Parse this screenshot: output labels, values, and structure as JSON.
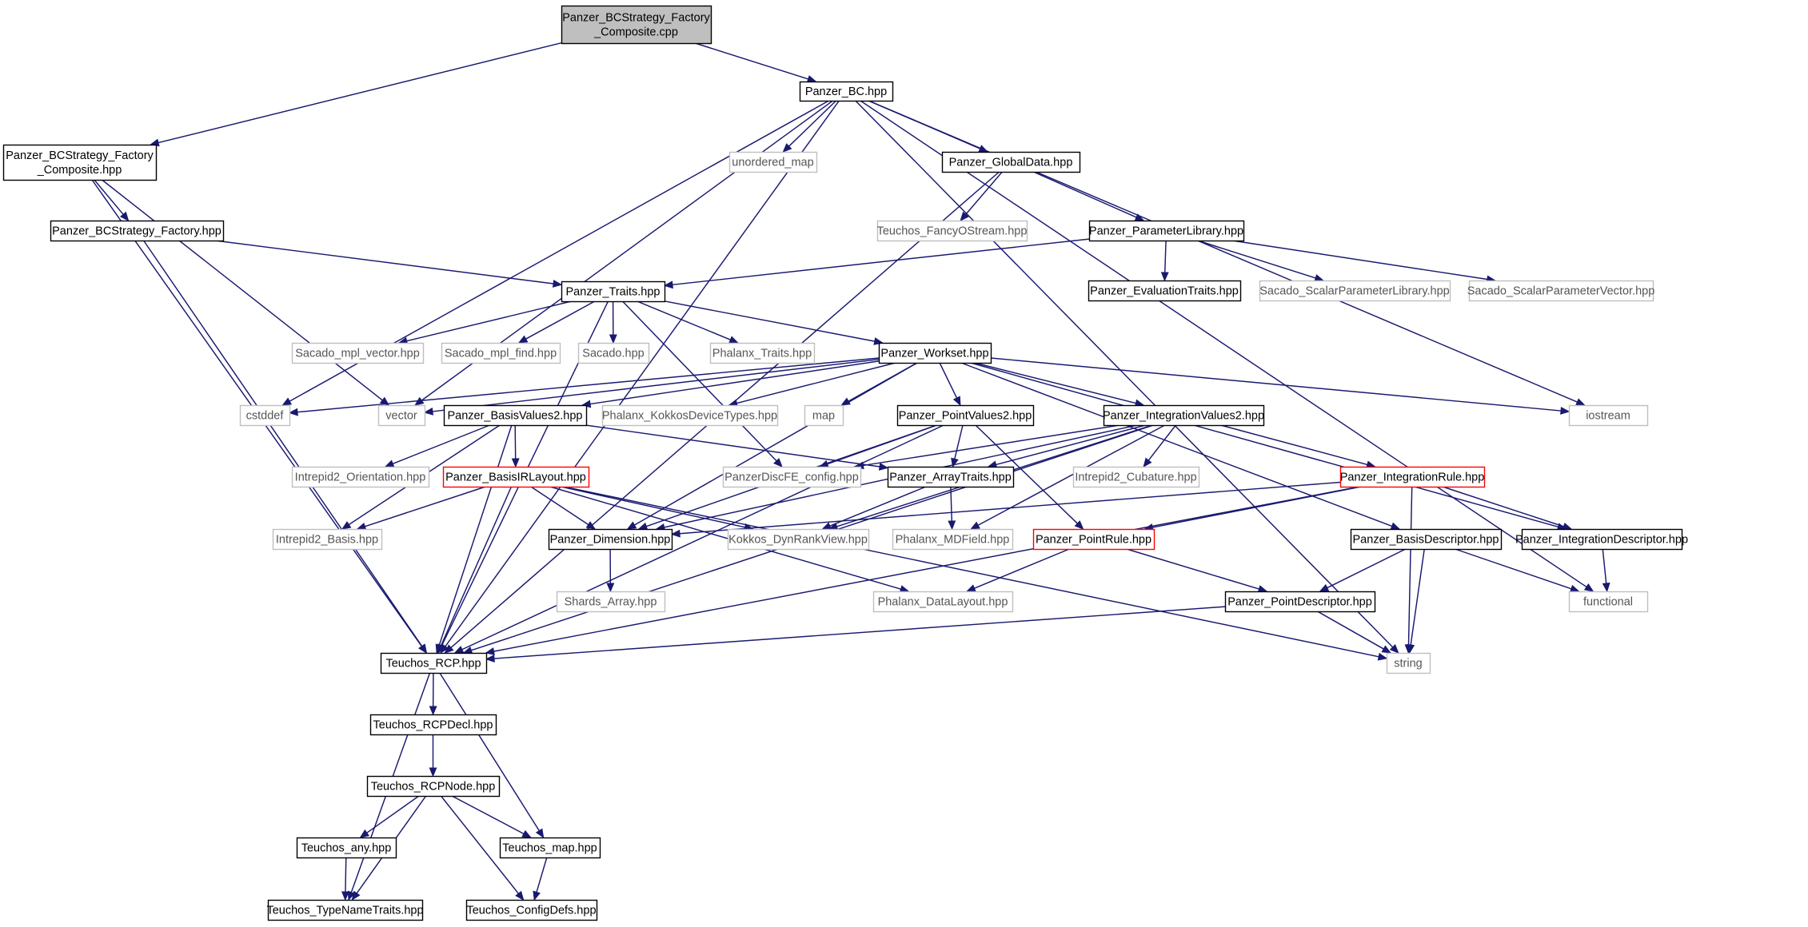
{
  "colors": {
    "edge": "#191970",
    "border_normal": "#000000",
    "border_external": "#bfbfbf",
    "border_truncated": "#ff0000",
    "root_fill": "#bfbfbf",
    "node_fill": "#ffffff"
  },
  "nodes": {
    "root": {
      "lines": [
        "Panzer_BCStrategy_Factory",
        "_Composite.cpp"
      ],
      "kind": "root"
    },
    "bc": {
      "lines": [
        "Panzer_BC.hpp"
      ],
      "kind": "normal"
    },
    "composite_hpp": {
      "lines": [
        "Panzer_BCStrategy_Factory",
        "_Composite.hpp"
      ],
      "kind": "normal"
    },
    "unordered_map": {
      "lines": [
        "unordered_map"
      ],
      "kind": "external"
    },
    "global_data": {
      "lines": [
        "Panzer_GlobalData.hpp"
      ],
      "kind": "normal"
    },
    "factory_hpp": {
      "lines": [
        "Panzer_BCStrategy_Factory.hpp"
      ],
      "kind": "normal"
    },
    "fancy_ostream": {
      "lines": [
        "Teuchos_FancyOStream.hpp"
      ],
      "kind": "external"
    },
    "param_library": {
      "lines": [
        "Panzer_ParameterLibrary.hpp"
      ],
      "kind": "normal"
    },
    "traits": {
      "lines": [
        "Panzer_Traits.hpp"
      ],
      "kind": "normal"
    },
    "eval_traits": {
      "lines": [
        "Panzer_EvaluationTraits.hpp"
      ],
      "kind": "normal"
    },
    "sacado_scalar_lib": {
      "lines": [
        "Sacado_ScalarParameterLibrary.hpp"
      ],
      "kind": "external"
    },
    "sacado_scalar_vec": {
      "lines": [
        "Sacado_ScalarParameterVector.hpp"
      ],
      "kind": "external"
    },
    "sacado_mpl_vector": {
      "lines": [
        "Sacado_mpl_vector.hpp"
      ],
      "kind": "external"
    },
    "sacado_mpl_find": {
      "lines": [
        "Sacado_mpl_find.hpp"
      ],
      "kind": "external"
    },
    "sacado": {
      "lines": [
        "Sacado.hpp"
      ],
      "kind": "external"
    },
    "phalanx_traits": {
      "lines": [
        "Phalanx_Traits.hpp"
      ],
      "kind": "external"
    },
    "workset": {
      "lines": [
        "Panzer_Workset.hpp"
      ],
      "kind": "normal"
    },
    "cstddef": {
      "lines": [
        "cstddef"
      ],
      "kind": "external"
    },
    "vector": {
      "lines": [
        "vector"
      ],
      "kind": "external"
    },
    "basis_values2": {
      "lines": [
        "Panzer_BasisValues2.hpp"
      ],
      "kind": "normal"
    },
    "phalanx_kokkos": {
      "lines": [
        "Phalanx_KokkosDeviceTypes.hpp"
      ],
      "kind": "external"
    },
    "map": {
      "lines": [
        "map"
      ],
      "kind": "external"
    },
    "point_values2": {
      "lines": [
        "Panzer_PointValues2.hpp"
      ],
      "kind": "normal"
    },
    "integration_values2": {
      "lines": [
        "Panzer_IntegrationValues2.hpp"
      ],
      "kind": "normal"
    },
    "iostream": {
      "lines": [
        "iostream"
      ],
      "kind": "external"
    },
    "intrepid2_orientation": {
      "lines": [
        "Intrepid2_Orientation.hpp"
      ],
      "kind": "external"
    },
    "basis_ir_layout": {
      "lines": [
        "Panzer_BasisIRLayout.hpp"
      ],
      "kind": "truncated"
    },
    "discfe_config": {
      "lines": [
        "PanzerDiscFE_config.hpp"
      ],
      "kind": "external"
    },
    "array_traits": {
      "lines": [
        "Panzer_ArrayTraits.hpp"
      ],
      "kind": "normal"
    },
    "intrepid2_cubature": {
      "lines": [
        "Intrepid2_Cubature.hpp"
      ],
      "kind": "external"
    },
    "integration_rule": {
      "lines": [
        "Panzer_IntegrationRule.hpp"
      ],
      "kind": "truncated"
    },
    "intrepid2_basis": {
      "lines": [
        "Intrepid2_Basis.hpp"
      ],
      "kind": "external"
    },
    "dimension": {
      "lines": [
        "Panzer_Dimension.hpp"
      ],
      "kind": "normal"
    },
    "kokkos_drv": {
      "lines": [
        "Kokkos_DynRankView.hpp"
      ],
      "kind": "external"
    },
    "phalanx_mdfield": {
      "lines": [
        "Phalanx_MDField.hpp"
      ],
      "kind": "external"
    },
    "point_rule": {
      "lines": [
        "Panzer_PointRule.hpp"
      ],
      "kind": "truncated"
    },
    "basis_descriptor": {
      "lines": [
        "Panzer_BasisDescriptor.hpp"
      ],
      "kind": "normal"
    },
    "integration_descriptor": {
      "lines": [
        "Panzer_IntegrationDescriptor.hpp"
      ],
      "kind": "normal"
    },
    "shards_array": {
      "lines": [
        "Shards_Array.hpp"
      ],
      "kind": "external"
    },
    "phalanx_datalayout": {
      "lines": [
        "Phalanx_DataLayout.hpp"
      ],
      "kind": "external"
    },
    "point_descriptor": {
      "lines": [
        "Panzer_PointDescriptor.hpp"
      ],
      "kind": "normal"
    },
    "functional": {
      "lines": [
        "functional"
      ],
      "kind": "external"
    },
    "teuchos_rcp": {
      "lines": [
        "Teuchos_RCP.hpp"
      ],
      "kind": "normal"
    },
    "string": {
      "lines": [
        "string"
      ],
      "kind": "external"
    },
    "teuchos_rcpdecl": {
      "lines": [
        "Teuchos_RCPDecl.hpp"
      ],
      "kind": "normal"
    },
    "teuchos_rcpnode": {
      "lines": [
        "Teuchos_RCPNode.hpp"
      ],
      "kind": "normal"
    },
    "teuchos_any": {
      "lines": [
        "Teuchos_any.hpp"
      ],
      "kind": "normal"
    },
    "teuchos_map": {
      "lines": [
        "Teuchos_map.hpp"
      ],
      "kind": "normal"
    },
    "teuchos_typenametraits": {
      "lines": [
        "Teuchos_TypeNameTraits.hpp"
      ],
      "kind": "normal"
    },
    "teuchos_configdefs": {
      "lines": [
        "Teuchos_ConfigDefs.hpp"
      ],
      "kind": "normal"
    }
  },
  "edges": [
    [
      "root",
      "bc"
    ],
    [
      "root",
      "composite_hpp"
    ],
    [
      "bc",
      "unordered_map"
    ],
    [
      "bc",
      "global_data"
    ],
    [
      "bc",
      "cstddef"
    ],
    [
      "bc",
      "vector"
    ],
    [
      "bc",
      "iostream"
    ],
    [
      "bc",
      "functional"
    ],
    [
      "bc",
      "string"
    ],
    [
      "bc",
      "teuchos_rcp"
    ],
    [
      "composite_hpp",
      "factory_hpp"
    ],
    [
      "composite_hpp",
      "vector"
    ],
    [
      "composite_hpp",
      "teuchos_rcp"
    ],
    [
      "factory_hpp",
      "traits"
    ],
    [
      "factory_hpp",
      "teuchos_rcp"
    ],
    [
      "global_data",
      "fancy_ostream"
    ],
    [
      "global_data",
      "param_library"
    ],
    [
      "global_data",
      "teuchos_rcp"
    ],
    [
      "param_library",
      "traits"
    ],
    [
      "param_library",
      "eval_traits"
    ],
    [
      "param_library",
      "sacado_scalar_lib"
    ],
    [
      "param_library",
      "sacado_scalar_vec"
    ],
    [
      "traits",
      "sacado_mpl_vector"
    ],
    [
      "traits",
      "sacado_mpl_find"
    ],
    [
      "traits",
      "sacado"
    ],
    [
      "traits",
      "phalanx_traits"
    ],
    [
      "traits",
      "workset"
    ],
    [
      "traits",
      "discfe_config"
    ],
    [
      "traits",
      "teuchos_rcp"
    ],
    [
      "workset",
      "cstddef"
    ],
    [
      "workset",
      "vector"
    ],
    [
      "workset",
      "basis_values2"
    ],
    [
      "workset",
      "phalanx_kokkos"
    ],
    [
      "workset",
      "map"
    ],
    [
      "workset",
      "point_values2"
    ],
    [
      "workset",
      "integration_values2"
    ],
    [
      "workset",
      "iostream"
    ],
    [
      "workset",
      "basis_descriptor"
    ],
    [
      "workset",
      "integration_descriptor"
    ],
    [
      "workset",
      "dimension"
    ],
    [
      "basis_values2",
      "intrepid2_orientation"
    ],
    [
      "basis_values2",
      "basis_ir_layout"
    ],
    [
      "basis_values2",
      "array_traits"
    ],
    [
      "basis_values2",
      "intrepid2_basis"
    ],
    [
      "basis_values2",
      "teuchos_rcp"
    ],
    [
      "point_values2",
      "discfe_config"
    ],
    [
      "point_values2",
      "array_traits"
    ],
    [
      "point_values2",
      "point_rule"
    ],
    [
      "point_values2",
      "dimension"
    ],
    [
      "point_values2",
      "teuchos_rcp"
    ],
    [
      "integration_values2",
      "discfe_config"
    ],
    [
      "integration_values2",
      "array_traits"
    ],
    [
      "integration_values2",
      "intrepid2_cubature"
    ],
    [
      "integration_values2",
      "integration_rule"
    ],
    [
      "integration_values2",
      "kokkos_drv"
    ],
    [
      "integration_values2",
      "phalanx_mdfield"
    ],
    [
      "integration_values2",
      "teuchos_rcp"
    ],
    [
      "integration_values2",
      "dimension"
    ],
    [
      "basis_ir_layout",
      "intrepid2_basis"
    ],
    [
      "basis_ir_layout",
      "dimension"
    ],
    [
      "basis_ir_layout",
      "kokkos_drv"
    ],
    [
      "basis_ir_layout",
      "phalanx_datalayout"
    ],
    [
      "basis_ir_layout",
      "teuchos_rcp"
    ],
    [
      "basis_ir_layout",
      "string"
    ],
    [
      "array_traits",
      "kokkos_drv"
    ],
    [
      "array_traits",
      "phalanx_mdfield"
    ],
    [
      "integration_rule",
      "point_rule"
    ],
    [
      "integration_rule",
      "integration_descriptor"
    ],
    [
      "integration_rule",
      "string"
    ],
    [
      "integration_rule",
      "teuchos_rcp"
    ],
    [
      "integration_rule",
      "dimension"
    ],
    [
      "dimension",
      "shards_array"
    ],
    [
      "point_rule",
      "phalanx_datalayout"
    ],
    [
      "point_rule",
      "point_descriptor"
    ],
    [
      "basis_descriptor",
      "point_descriptor"
    ],
    [
      "basis_descriptor",
      "functional"
    ],
    [
      "basis_descriptor",
      "string"
    ],
    [
      "integration_descriptor",
      "functional"
    ],
    [
      "point_descriptor",
      "string"
    ],
    [
      "point_descriptor",
      "teuchos_rcp"
    ],
    [
      "teuchos_rcp",
      "teuchos_rcpdecl"
    ],
    [
      "teuchos_rcp",
      "teuchos_map"
    ],
    [
      "teuchos_rcp",
      "teuchos_typenametraits"
    ],
    [
      "teuchos_rcpdecl",
      "teuchos_rcpnode"
    ],
    [
      "teuchos_rcpnode",
      "teuchos_any"
    ],
    [
      "teuchos_rcpnode",
      "teuchos_map"
    ],
    [
      "teuchos_rcpnode",
      "teuchos_typenametraits"
    ],
    [
      "teuchos_rcpnode",
      "teuchos_configdefs"
    ],
    [
      "teuchos_any",
      "teuchos_typenametraits"
    ],
    [
      "teuchos_map",
      "teuchos_configdefs"
    ]
  ]
}
